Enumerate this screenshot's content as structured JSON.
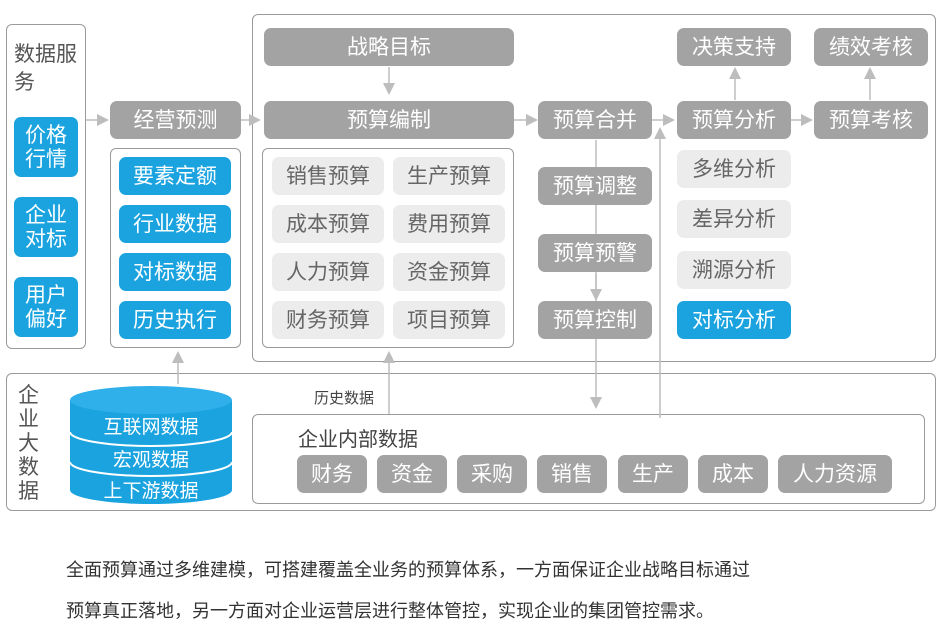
{
  "data_services": {
    "title": "数据服务",
    "items": [
      "价格行情",
      "企业对标",
      "用户偏好"
    ]
  },
  "forecast": {
    "title": "经营预测",
    "items": [
      "要素定额",
      "行业数据",
      "对标数据",
      "历史执行"
    ]
  },
  "strategy": "战略目标",
  "budget_prep": {
    "title": "预算编制",
    "items": [
      "销售预算",
      "生产预算",
      "成本预算",
      "费用预算",
      "人力预算",
      "资金预算",
      "财务预算",
      "项目预算"
    ]
  },
  "merge": {
    "title": "预算合并",
    "items": [
      "预算调整",
      "预算预警",
      "预算控制"
    ]
  },
  "analysis": {
    "title": "预算分析",
    "items": [
      "多维分析",
      "差异分析",
      "溯源分析",
      "对标分析"
    ]
  },
  "decision": "决策支持",
  "performance": "绩效考核",
  "assessment": "预算考核",
  "big_data": {
    "title": "企业大数据",
    "history_label": "历史数据",
    "db_items": [
      "互联网数据",
      "宏观数据",
      "上下游数据"
    ]
  },
  "internal": {
    "title": "企业内部数据",
    "items": [
      "财务",
      "资金",
      "采购",
      "销售",
      "生产",
      "成本",
      "人力资源"
    ]
  },
  "description": [
    "全面预算通过多维建模，可搭建覆盖全业务的预算体系，一方面保证企业战略目标通过",
    "预算真正落地，另一方面对企业运营层进行整体管控，实现企业的集团管控需求。"
  ],
  "colors": {
    "accent": "#1ba3e0",
    "dark_box": "#a3a3a3",
    "light_box": "#ececec",
    "line": "#bdbdbd"
  }
}
